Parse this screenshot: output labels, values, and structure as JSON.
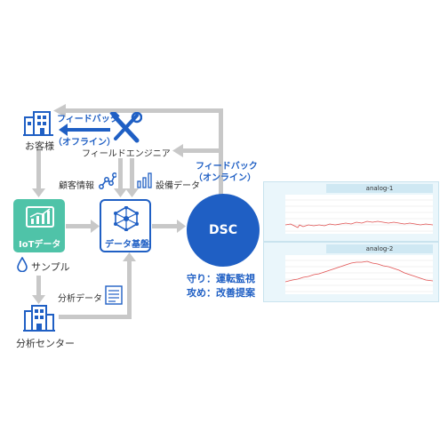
{
  "labels": {
    "customer": "お客様",
    "feedback_offline_1": "フィードバック",
    "feedback_offline_2": "（オフライン）",
    "field_engineer": "フィールドエンジニア",
    "feedback_online_1": "フィードバック",
    "feedback_online_2": "（オンライン）",
    "customer_info": "顧客情報",
    "equipment_data": "設備データ",
    "iot_data": "IoTデータ",
    "data_platform": "データ基盤",
    "dsc": "DSC",
    "sample": "サンプル",
    "analysis_data": "分析データ",
    "analysis_center": "分析センター",
    "defense": "守り：運転監視",
    "offense": "攻め：改善提案"
  },
  "charts": {
    "chart1_title": "analog-1",
    "chart2_title": "analog-2"
  },
  "colors": {
    "accent_blue": "#1f5fc4",
    "iot_green": "#4fc3a8",
    "arrow_gray": "#c8c8c8",
    "chart_line": "#e05050"
  }
}
